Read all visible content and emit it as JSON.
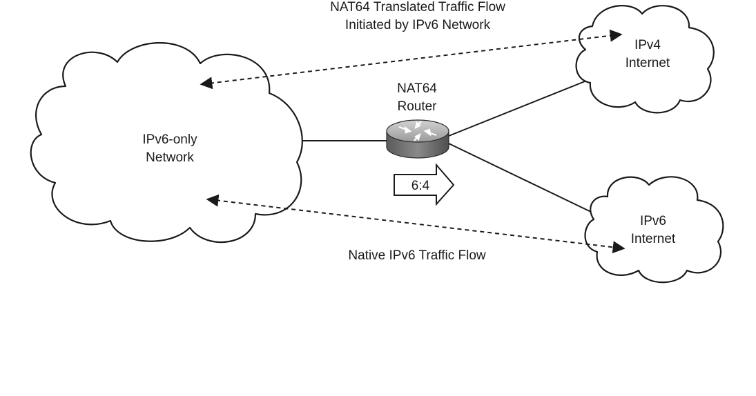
{
  "clouds": {
    "ipv6_only": {
      "line1": "IPv6-only",
      "line2": "Network"
    },
    "ipv4_internet": {
      "line1": "IPv4",
      "line2": "Internet"
    },
    "ipv6_internet": {
      "line1": "IPv6",
      "line2": "Internet"
    }
  },
  "router": {
    "line1": "NAT64",
    "line2": "Router"
  },
  "translation_badge": {
    "label": "6:4"
  },
  "flows": {
    "translated": {
      "line1": "NAT64 Translated Traffic Flow",
      "line2": "Initiated by IPv6 Network"
    },
    "native": {
      "label": "Native IPv6 Traffic Flow"
    }
  },
  "colors": {
    "stroke": "#1a1a1a",
    "router_top": "#b8b8b8",
    "router_side": "#6e6e6e"
  },
  "icons": [
    "router-icon",
    "cloud-icon",
    "arrow-right-icon"
  ]
}
